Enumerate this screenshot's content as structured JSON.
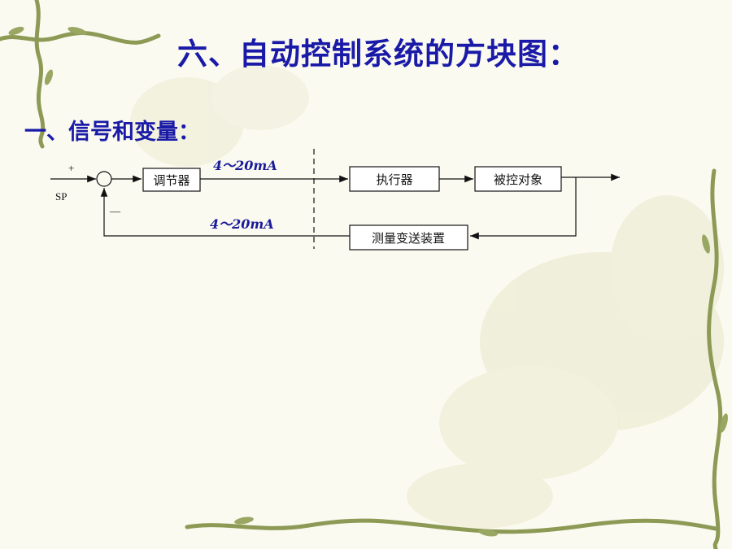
{
  "title": "六、自动控制系统的方块图：",
  "subtitle": "一、信号和变量：",
  "diagram": {
    "setpoint_label": "SP",
    "plus_sign": "+",
    "minus_sign": "—",
    "controller": "调节器",
    "actuator": "执行器",
    "process": "被控对象",
    "transmitter": "测量变送装置",
    "forward_signal": "4～20mA",
    "feedback_signal": "4～20mA"
  },
  "colors": {
    "title": "#1a1aa8",
    "signal_label": "#1a1a9a",
    "vine": "#8d9a55",
    "flower": "#e6e6c8"
  }
}
